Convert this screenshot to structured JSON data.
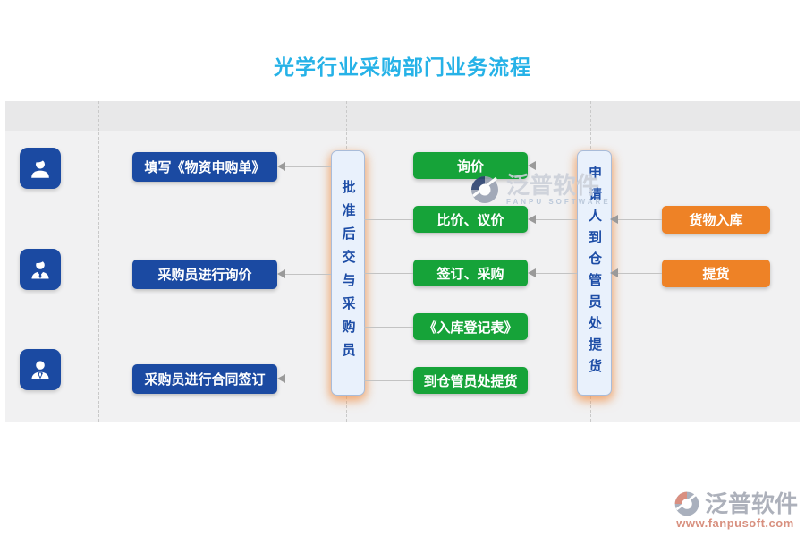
{
  "title": "光学行业采购部门业务流程",
  "actors": [
    {
      "icon": "person-icon"
    },
    {
      "icon": "person-tie-icon"
    },
    {
      "icon": "person-suit-icon"
    }
  ],
  "blue_steps": [
    "填写《物资申购单》",
    "采购员进行询价",
    "采购员进行合同签订"
  ],
  "left_gate": {
    "label": "批准后交与采购员"
  },
  "green_steps": [
    "询价",
    "比价、议价",
    "签订、采购",
    "《入库登记表》",
    "到仓管员处提货"
  ],
  "right_gate": {
    "label": "申请人到仓管员处提货"
  },
  "orange_steps": [
    "货物入库",
    "提货"
  ],
  "watermark_center": {
    "brand": "泛普软件",
    "brand_en": "FANPU SOFTWARE"
  },
  "watermark_footer": {
    "brand": "泛普软件",
    "url": "www.fanpusoft.com"
  },
  "colors": {
    "title": "#26b2e7",
    "node_blue": "#1b4aa2",
    "node_green": "#16a339",
    "node_orange": "#ee8226",
    "gate_bg": "#e9f1fc",
    "gate_text": "#1d4da6",
    "band": "#f1f1f2",
    "band_strip": "#e8e8e9",
    "connector": "#c3c3c3"
  }
}
